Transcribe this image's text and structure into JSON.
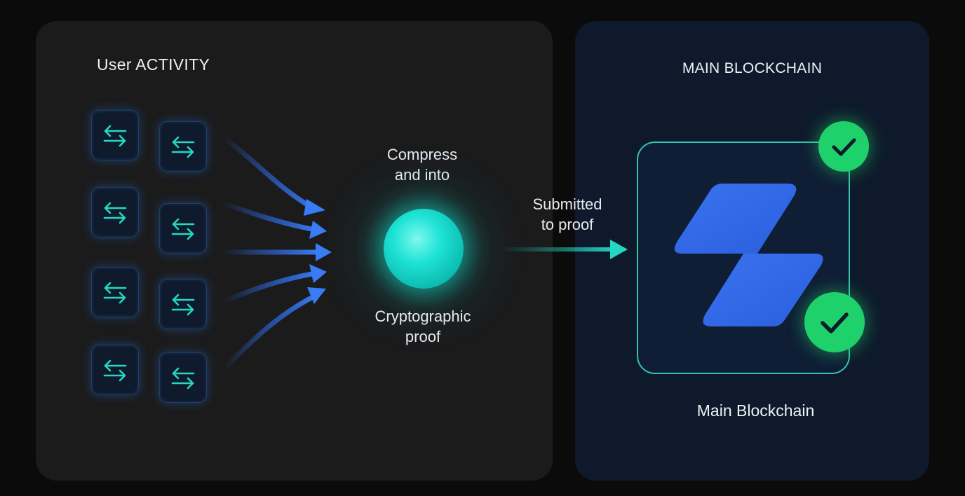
{
  "left_panel": {
    "title": "User ACTIVITY",
    "transaction_icon": "swap-arrows-icon",
    "transaction_count": 8
  },
  "compress_label": {
    "line1": "Compress",
    "line2": "and into"
  },
  "proof_label": {
    "line1": "Cryptographic",
    "line2": "proof"
  },
  "submit_label": {
    "line1": "Submitted",
    "line2": "to proof"
  },
  "right_panel": {
    "title": "MAIN BLOCKCHAIN",
    "chain_label": "Main Blockchain",
    "logo_icon": "z-logo-icon",
    "check_icon": "checkmark-icon"
  },
  "colors": {
    "arrow_blue": "#2f6ff0",
    "accent_teal": "#23d9c4",
    "check_green": "#1fd16a",
    "logo_blue": "#3169e8"
  }
}
